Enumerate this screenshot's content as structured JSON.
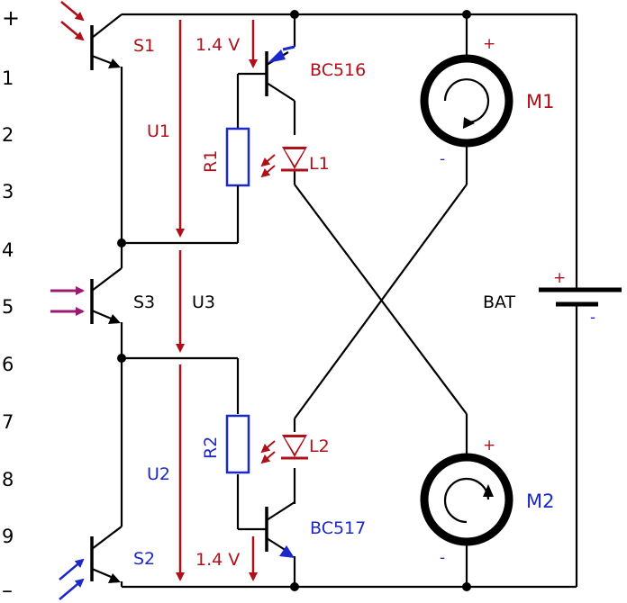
{
  "rails": {
    "plus": "+",
    "minus": "–"
  },
  "row_labels": [
    "1",
    "2",
    "3",
    "4",
    "5",
    "6",
    "7",
    "8",
    "9"
  ],
  "components": {
    "s1": "S1",
    "s2": "S2",
    "s3": "S3",
    "r1": "R1",
    "r2": "R2",
    "l1": "L1",
    "l2": "L2",
    "q1": "BC516",
    "q2": "BC517",
    "m1": "M1",
    "m2": "M2",
    "bat": "BAT"
  },
  "voltages": {
    "u1": "U1",
    "u2": "U2",
    "u3": "U3",
    "vbe_top": "1.4 V",
    "vbe_bottom": "1.4 V"
  },
  "polarity": {
    "m1_plus": "+",
    "m1_minus": "-",
    "m2_plus": "+",
    "m2_minus": "-",
    "bat_plus": "+",
    "bat_minus": "-"
  },
  "colors": {
    "red": "#b0101a",
    "blue": "#1c28c8",
    "purple": "#9c1a72",
    "wire": "#000000"
  }
}
